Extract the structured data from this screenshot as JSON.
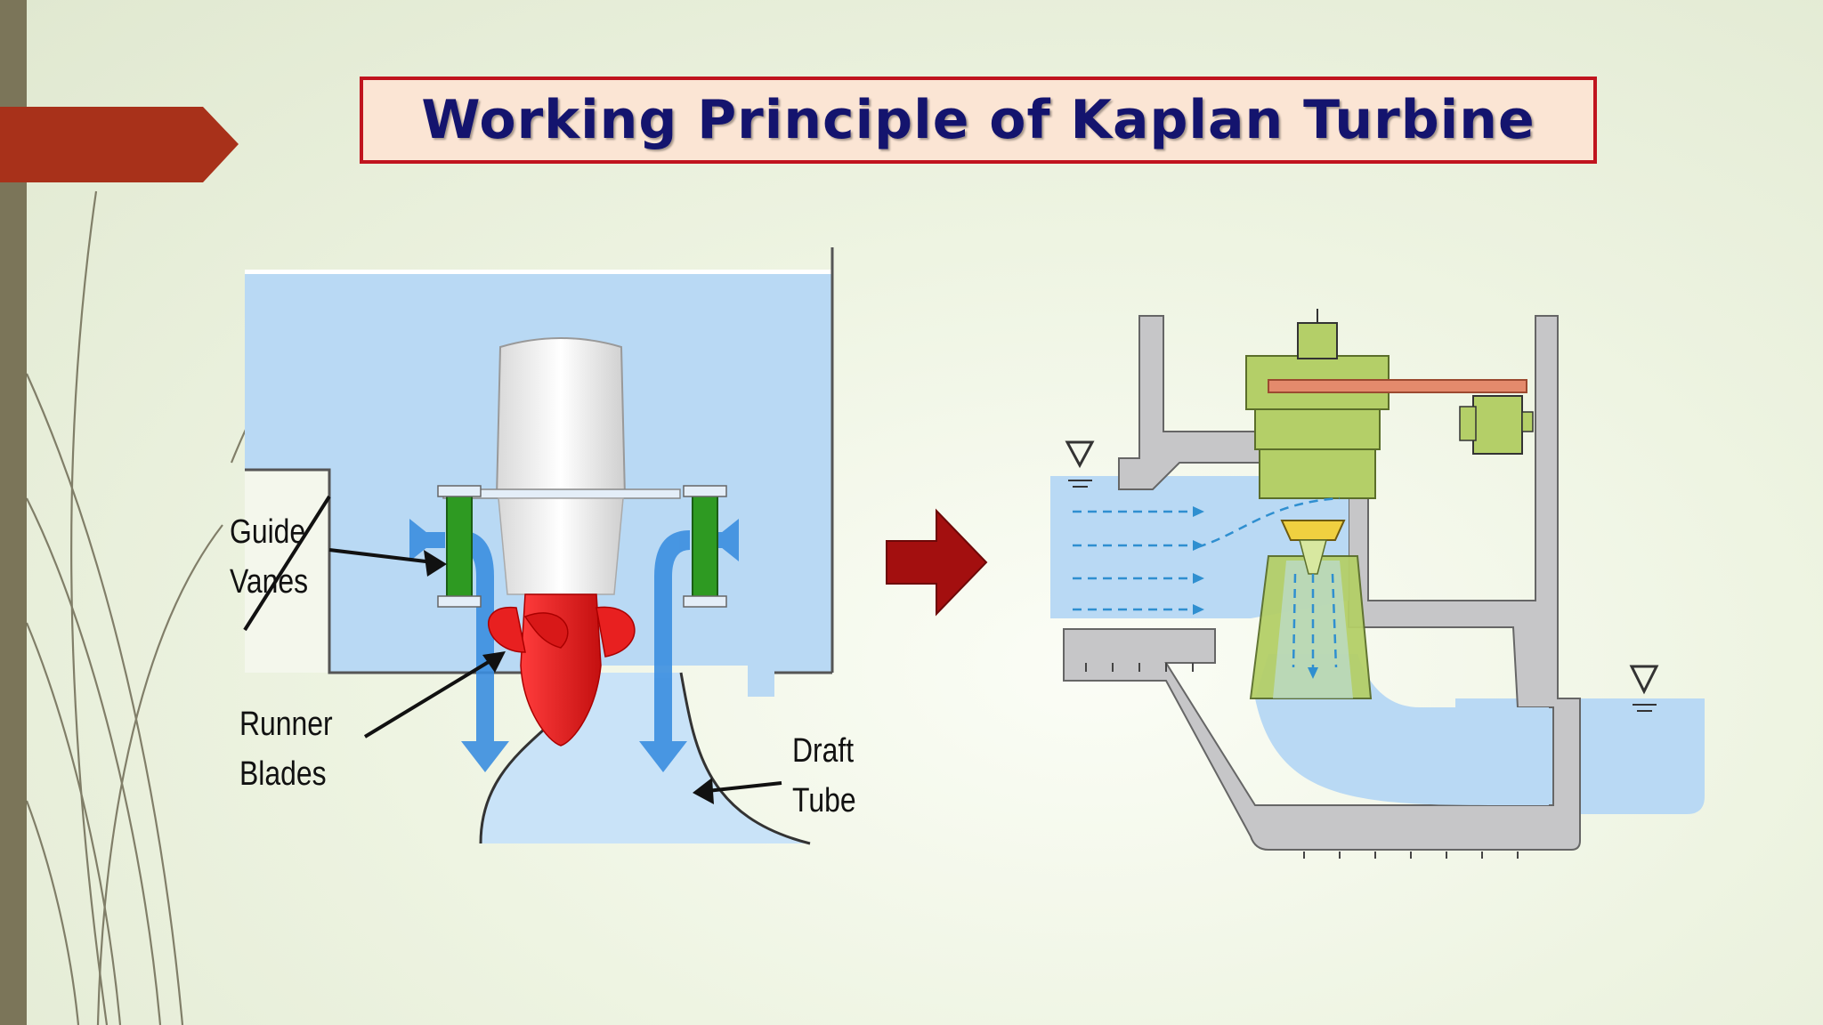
{
  "slide": {
    "title": "Working Principle of Kaplan Turbine"
  },
  "labels": {
    "guide_vanes": [
      "Guide",
      "Vanes"
    ],
    "runner_blades": [
      "Runner",
      "Blades"
    ],
    "draft_tube": [
      "Draft",
      "Tube"
    ]
  },
  "colors": {
    "accent_bar": "#7b7559",
    "tag_arrow": "#a8311a",
    "title_border": "#c0141e",
    "title_fill": "#fbe5d4",
    "title_text": "#14146e",
    "water": "#b9d9f4",
    "runner": "#e82020",
    "guide_vane": "#2e9a22",
    "turbine_green": "#b4cf68",
    "concrete": "#c6c6c8",
    "flow_arrow": "#3b8ee0",
    "transition_arrow": "#a30f0f"
  },
  "icons": {
    "tag": "arrow-tag-icon",
    "transition": "right-arrow-icon",
    "water_level": "water-level-triangle-icon"
  }
}
